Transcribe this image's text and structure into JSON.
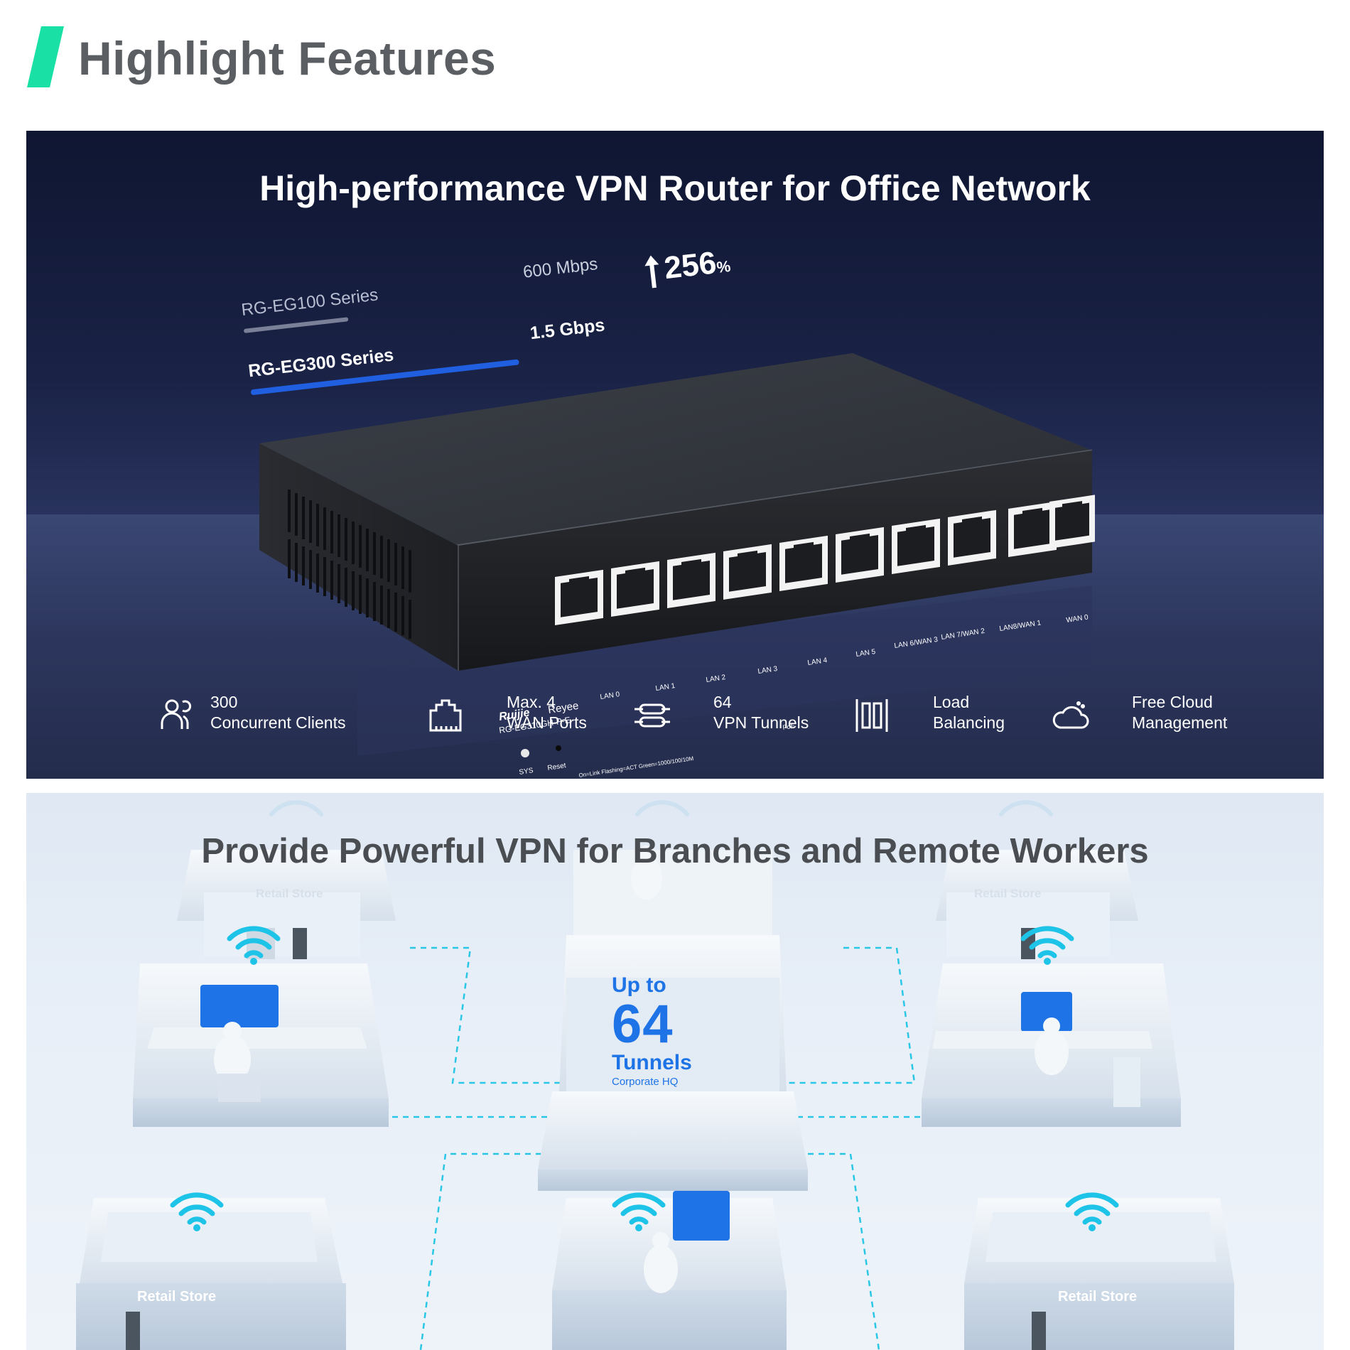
{
  "header": {
    "title": "Highlight Features",
    "accent_color": "#19e0a4"
  },
  "panel1": {
    "title": "High-performance VPN Router for Office Network",
    "comparison": {
      "old_series": "RG-EG100 Series",
      "old_speed": "600 Mbps",
      "new_series": "RG-EG300 Series",
      "new_speed": "1.5 Gbps",
      "increase_value": "256",
      "increase_unit": "%",
      "new_bar_color": "#1f5fe0"
    },
    "device": {
      "brand": "Ruijie",
      "sub_brand": "Reyee",
      "model": "RG-EG310GH-P-E",
      "sys_label": "SYS",
      "reset_label": "Reset",
      "poe_label": "PoE",
      "led_legend": "On=Link  Flashing=ACT  Green=1000/100/10M",
      "ports": [
        "LAN 0",
        "LAN 1",
        "LAN 2",
        "LAN 3",
        "LAN 4",
        "LAN 5",
        "LAN 6/WAN 3",
        "LAN 7/WAN 2",
        "LAN8/WAN 1",
        "WAN 0"
      ]
    },
    "features": [
      {
        "icon": "users-icon",
        "line1": "300",
        "line2": "Concurrent Clients"
      },
      {
        "icon": "ethernet-port-icon",
        "line1": "Max. 4",
        "line2": "WAN Ports"
      },
      {
        "icon": "vpn-tunnel-icon",
        "line1": "64",
        "line2": "VPN Tunnels"
      },
      {
        "icon": "load-balance-icon",
        "line1": "Load",
        "line2": "Balancing"
      },
      {
        "icon": "cloud-icon",
        "line1": "Free Cloud",
        "line2": "Management"
      }
    ]
  },
  "panel2": {
    "title": "Provide Powerful VPN for Branches and Remote Workers",
    "hq": {
      "up_to": "Up to",
      "number": "64",
      "unit": "Tunnels",
      "label": "Corporate HQ"
    },
    "store_label": "Retail Store",
    "wifi_color": "#1ec3e8",
    "accent_blue": "#1e74e6"
  }
}
